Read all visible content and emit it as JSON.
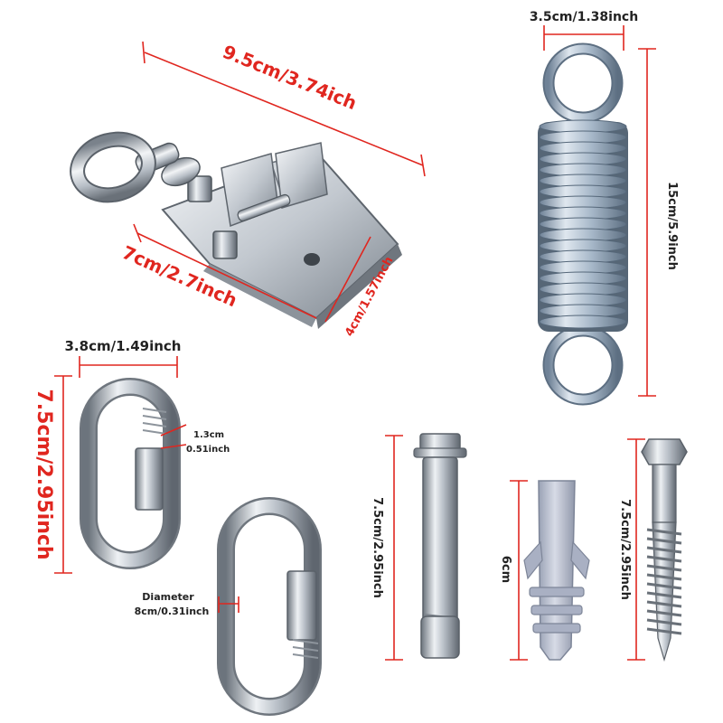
{
  "colors": {
    "measure": "#e0261f",
    "label_dark": "#222222",
    "steel_light": "#eef1f4",
    "steel_mid": "#b7bec6",
    "steel_dark": "#6c747d",
    "spring_blue": "#9fb4c8",
    "anchor_grey": "#b8bfd0",
    "background": "#ffffff"
  },
  "labels": {
    "swivel_length": "9.5cm/3.74ich",
    "swivel_width": "7cm/2.7inch",
    "swivel_height": "4cm/1.57inch",
    "spring_width": "3.5cm/1.38inch",
    "spring_length": "15cm/5.9inch",
    "link_width": "3.8cm/1.49inch",
    "link_length": "7.5cm/2.95inch",
    "gap_metric": "1.3cm",
    "gap_imperial": "0.51inch",
    "diameter_title": "Diameter",
    "diameter_value": "8cm/0.31inch",
    "bolt_length": "7.5cm/2.95inch",
    "anchor_length": "6cm",
    "screw_length": "7.5cm/2.95inch"
  },
  "icons": {
    "swivel": "swivel-hook-icon",
    "spring": "extension-spring-icon",
    "link": "quick-link-icon",
    "bolt": "expansion-bolt-icon",
    "anchor": "wall-anchor-icon",
    "screw": "lag-screw-icon"
  }
}
